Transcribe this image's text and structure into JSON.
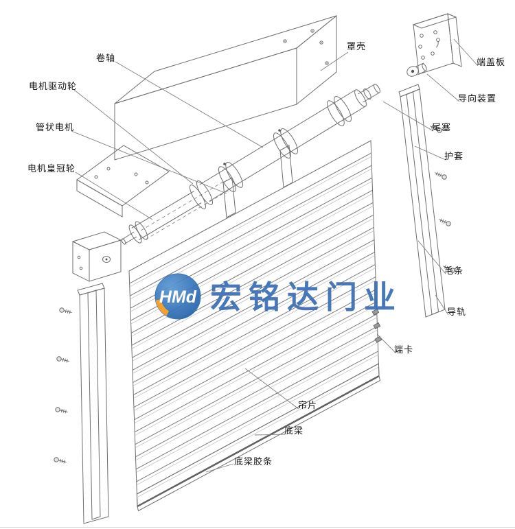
{
  "labels": [
    {
      "id": "roller-shaft",
      "text": "卷轴"
    },
    {
      "id": "motor-drive-wheel",
      "text": "电机驱动轮"
    },
    {
      "id": "tubular-motor",
      "text": "管状电机"
    },
    {
      "id": "motor-crown-wheel",
      "text": "电机皇冠轮"
    },
    {
      "id": "cover-housing",
      "text": "罩壳"
    },
    {
      "id": "end-cover-plate",
      "text": "端盖板"
    },
    {
      "id": "guide-device",
      "text": "导向装置"
    },
    {
      "id": "tail-plug",
      "text": "尾塞"
    },
    {
      "id": "protective-sleeve",
      "text": "护套"
    },
    {
      "id": "brush-strip",
      "text": "毛条"
    },
    {
      "id": "guide-rail",
      "text": "导轨"
    },
    {
      "id": "end-clip",
      "text": "端卡"
    },
    {
      "id": "curtain-slat",
      "text": "帘片"
    },
    {
      "id": "bottom-beam",
      "text": "底梁"
    },
    {
      "id": "bottom-beam-rubber",
      "text": "底梁胶条"
    }
  ],
  "watermark": {
    "logo_text": "HMd",
    "brand_text": "宏铭达门业",
    "brand_color": "#3a6db5",
    "logo_blue": "#2c6cb5",
    "logo_orange": "#f59a1e"
  }
}
